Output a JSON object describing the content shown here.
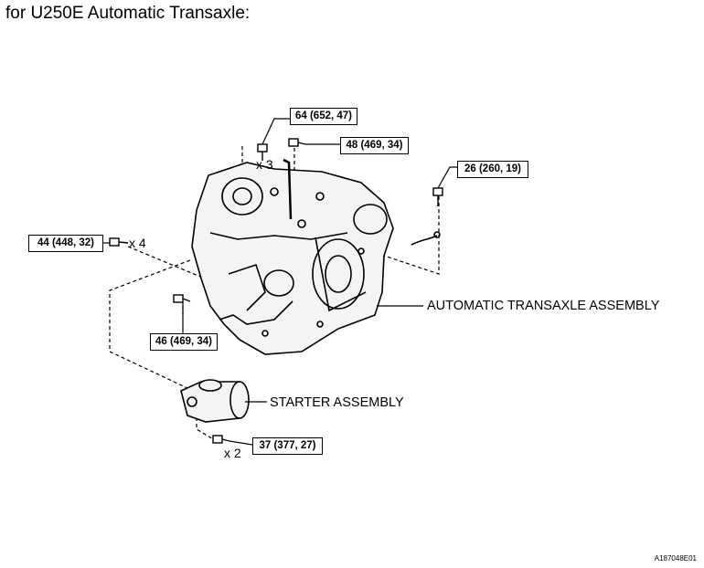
{
  "heading": "for U250E Automatic Transaxle:",
  "torques": {
    "t1": "64 (652, 47)",
    "t2": "48 (469, 34)",
    "t3": "26 (260, 19)",
    "t4": "44 (448, 32)",
    "t5": "46 (469, 34)",
    "t6": "37 (377, 27)"
  },
  "quantities": {
    "q1": "x 3",
    "q2": "x 4",
    "q3": "x 2"
  },
  "callouts": {
    "transaxle": "AUTOMATIC TRANSAXLE ASSEMBLY",
    "starter": "STARTER ASSEMBLY"
  },
  "figure_id": "A187048E01"
}
